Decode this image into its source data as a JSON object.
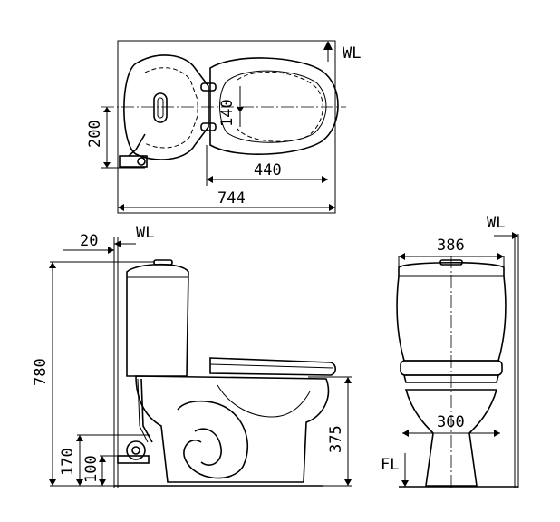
{
  "top_view": {
    "wall_label": "WL",
    "dim_depth": "200",
    "dim_bowl_offset": "140",
    "dim_bowl_length": "440",
    "dim_overall_length": "744"
  },
  "side_view": {
    "wall_label": "WL",
    "dim_wall_gap": "20",
    "dim_total_height": "780",
    "dim_rim_height": "375",
    "dim_supply_height": "170",
    "dim_valve_height": "100"
  },
  "front_view": {
    "wall_label": "WL",
    "floor_label": "FL",
    "dim_tank_width": "386",
    "dim_bowl_width": "360"
  }
}
